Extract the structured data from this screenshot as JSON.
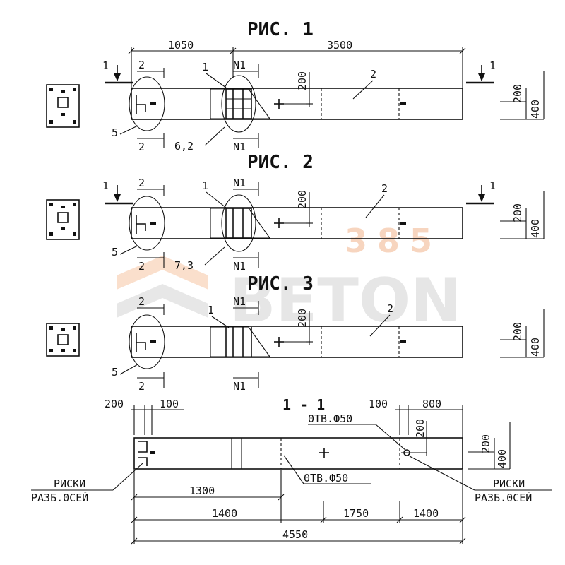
{
  "figures": [
    {
      "title": "РИС. 1",
      "callouts": {
        "top_left": "2",
        "bottom_left": "2",
        "top_n": "N1",
        "bottom_n": "N1",
        "part_a": "1",
        "part_b": "2",
        "ring_label": "5",
        "rebar_label": "6,2"
      }
    },
    {
      "title": "РИС. 2",
      "callouts": {
        "top_left": "2",
        "bottom_left": "2",
        "top_n": "N1",
        "bottom_n": "N1",
        "part_a": "1",
        "part_b": "2",
        "ring_label": "5",
        "rebar_label": "7,3"
      }
    },
    {
      "title": "РИС. 3",
      "callouts": {
        "top_left": "2",
        "bottom_left": "2",
        "top_n": "N1",
        "bottom_n": "N1",
        "part_a": "1",
        "part_b": "2",
        "ring_label": "5"
      }
    }
  ],
  "section_markers": {
    "left": "1",
    "right": "1"
  },
  "dimensions": {
    "fig1_left": "1050",
    "fig1_right": "3500",
    "web_height": "200",
    "side_small": "200",
    "side_large": "400",
    "bottom_200": "200",
    "bottom_100_left": "100",
    "bottom_100_right": "100",
    "bottom_800": "800",
    "bottom_1300": "1300",
    "bottom_1400_left": "1400",
    "bottom_1750": "1750",
    "bottom_1400_right": "1400",
    "bottom_total": "4550"
  },
  "section_view": {
    "title": "1 - 1",
    "hole_top": "0ТВ.Ф50",
    "hole_bottom": "0ТВ.Ф50",
    "marks_left_1": "РИСКИ",
    "marks_left_2": "РАЗБ.0СЕЙ",
    "marks_right_1": "РИСКИ",
    "marks_right_2": "РАЗБ.0СЕЙ"
  },
  "watermark": {
    "number": "385",
    "text": "BETON"
  }
}
